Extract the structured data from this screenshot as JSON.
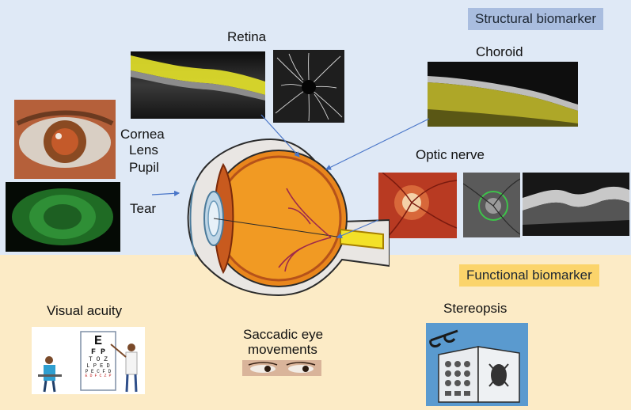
{
  "categories": {
    "structural": "Structural biomarker",
    "functional": "Functional biomarker"
  },
  "labels": {
    "retina": "Retina",
    "choroid": "Choroid",
    "optic_nerve": "Optic nerve",
    "cornea": "Cornea",
    "lens": "Lens",
    "pupil": "Pupil",
    "tear": "Tear",
    "visual_acuity": "Visual acuity",
    "saccadic_line1": "Saccadic eye",
    "saccadic_line2": "movements",
    "stereopsis": "Stereopsis"
  },
  "eye_chart_letters": [
    "E",
    "F P",
    "T O Z",
    "L P E D",
    "P E C F D",
    "E D F C Z P"
  ],
  "colors": {
    "structural_bg": "#dfe9f6",
    "functional_bg": "#fcebc6",
    "structural_box": "#a9bddf",
    "functional_box": "#fbd46b",
    "arrow": "#4a76c8"
  }
}
